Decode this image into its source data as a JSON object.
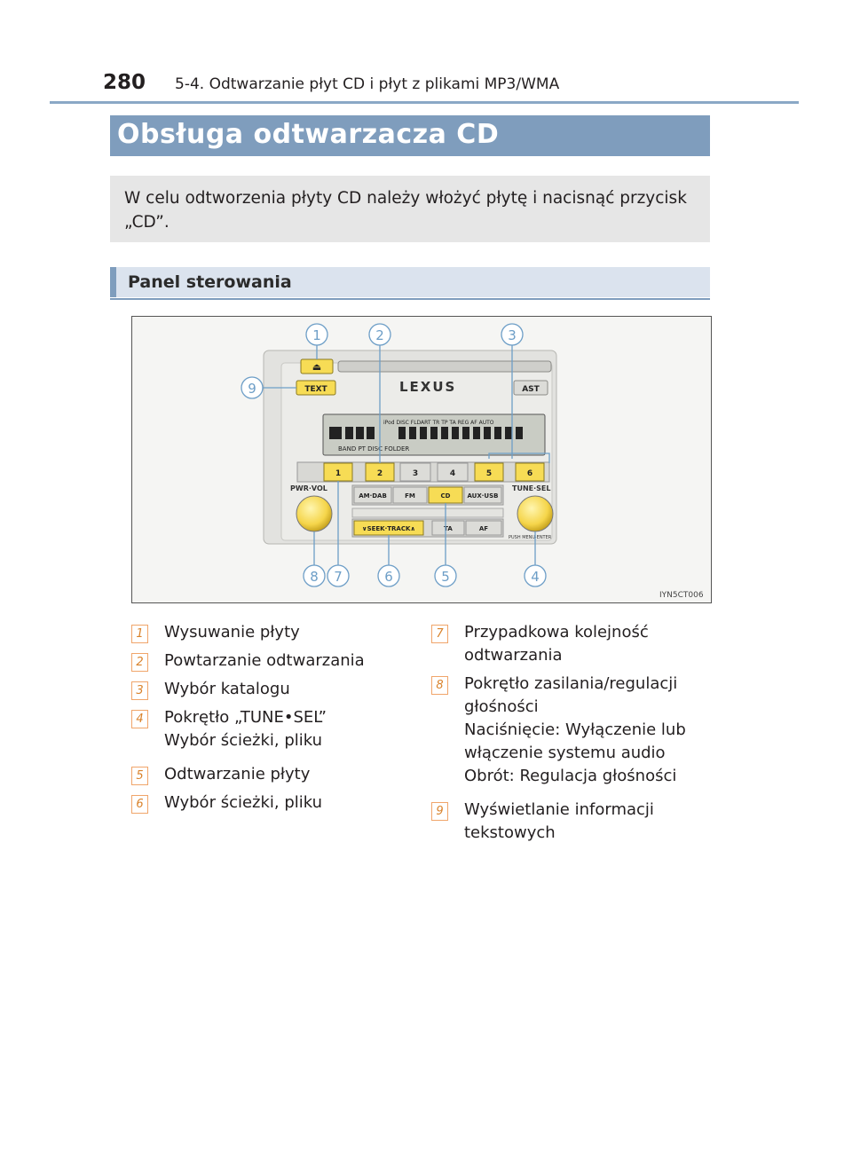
{
  "header": {
    "page_number": "280",
    "section_title": "5-4. Odtwarzanie płyt CD i płyt z plikami MP3/WMA"
  },
  "title": "Obsługa odtwarzacza CD",
  "intro": "W celu odtworzenia płyty CD należy włożyć płytę i nacisnąć przycisk „CD”.",
  "subheading": "Panel sterowania",
  "figure": {
    "code": "IYN5CT006",
    "brand": "LEXUS",
    "buttons": {
      "eject": "⏏",
      "text": "TEXT",
      "ast": "AST",
      "pwr_vol": "PWR·VOL",
      "tune_sel": "TUNE·SEL",
      "presets": [
        "1",
        "2",
        "3",
        "4",
        "5",
        "6"
      ],
      "am_dab": "AM·DAB",
      "fm": "FM",
      "cd": "CD",
      "aux": "AUX·USB",
      "seek_track": "∨SEEK·TRACK∧",
      "ta": "TA",
      "af": "AF",
      "push_menu": "PUSH MENU·ENTER"
    },
    "display": {
      "top_labels": "iPod DISC   FLDART TR      TP TA REG AF AUTO",
      "bottom_labels": "BAND  PT        DISC            FOLDER"
    },
    "callouts": [
      "1",
      "2",
      "3",
      "4",
      "5",
      "6",
      "7",
      "8",
      "9"
    ]
  },
  "items_left": [
    {
      "n": "1",
      "text": "Wysuwanie płyty"
    },
    {
      "n": "2",
      "text": "Powtarzanie odtwarzania"
    },
    {
      "n": "3",
      "text": "Wybór katalogu"
    },
    {
      "n": "4",
      "text": "Pokrętło „TUNE•SEL”\nWybór ścieżki, pliku"
    },
    {
      "n": "5",
      "text": "Odtwarzanie płyty"
    },
    {
      "n": "6",
      "text": "Wybór ścieżki, pliku"
    }
  ],
  "items_right": [
    {
      "n": "7",
      "text": "Przypadkowa kolejność\nodtwarzania"
    },
    {
      "n": "8",
      "text": "Pokrętło zasilania/regulacji\ngłośności\nNaciśnięcie: Wyłączenie lub\nwłączenie systemu audio\nObrót: Regulacja głośności"
    },
    {
      "n": "9",
      "text": "Wyświetlanie informacji\ntekstowych"
    }
  ]
}
